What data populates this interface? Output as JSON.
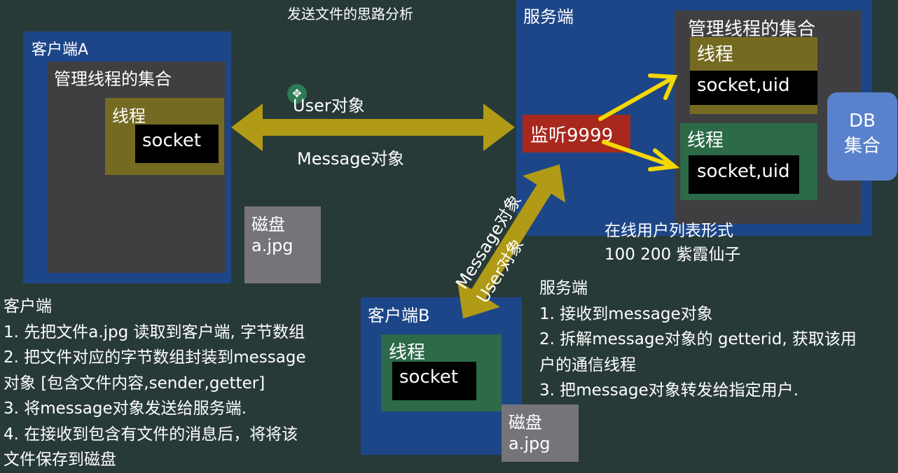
{
  "title": "发送文件的思路分析",
  "client_a": {
    "label": "客户端A",
    "collection": "管理线程的集合",
    "thread": "线程",
    "socket": "socket"
  },
  "disk_a": {
    "label": "磁盘",
    "file": "a.jpg"
  },
  "link_a": {
    "top": "User对象",
    "bottom": "Message对象"
  },
  "server": {
    "label": "服务端",
    "collection": "管理线程的集合",
    "thread1": "线程",
    "socket1": "socket,uid",
    "thread2": "线程",
    "socket2": "socket,uid",
    "listen": "监听9999",
    "db_line1": "DB",
    "db_line2": "集合",
    "online_title": "在线用户列表形式",
    "online_values": "100  200  紫霞仙子"
  },
  "link_b": {
    "top": "Message对象",
    "bottom": "User对象"
  },
  "client_b": {
    "label": "客户端B",
    "thread": "线程",
    "socket": "socket"
  },
  "disk_b": {
    "label": "磁盘",
    "file": "a.jpg"
  },
  "client_notes": {
    "heading": "客户端",
    "lines": [
      "1. 先把文件a.jpg 读取到客户端, 字节数组",
      "2. 把文件对应的字节数组封装到message",
      "对象 [包含文件内容,sender,getter]",
      "3. 将message对象发送给服务端.",
      "4. 在接收到包含有文件的消息后，将将该",
      "文件保存到磁盘"
    ]
  },
  "server_notes": {
    "heading": "服务端",
    "lines": [
      "1. 接收到message对象",
      "2. 拆解message对象的 getterid, 获取该用",
      "户的通信线程",
      "3. 把message对象转发给指定用户."
    ]
  },
  "colors": {
    "background": "#283a38",
    "box_blue": "#1d4688",
    "arrow_olive": "#b09a16",
    "arrow_yellow": "#f5d800",
    "listen_red": "#a8281e",
    "db_blue": "#5a82cc"
  }
}
